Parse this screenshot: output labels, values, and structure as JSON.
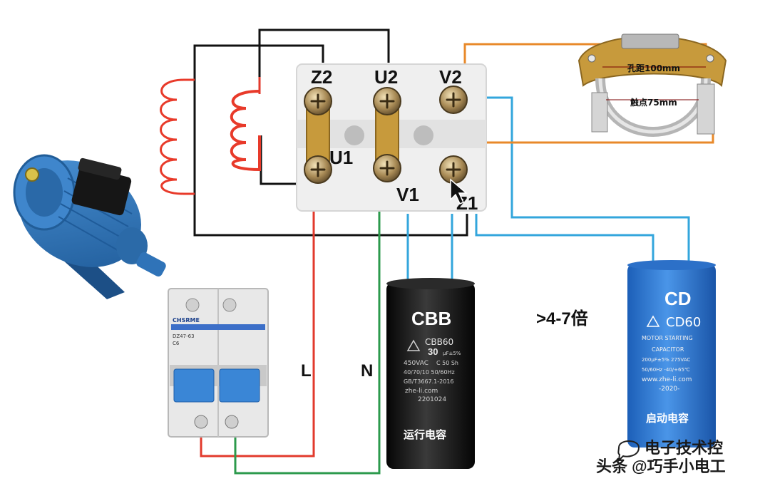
{
  "terminals": {
    "z2": "Z2",
    "u2": "U2",
    "v2": "V2",
    "u1": "U1",
    "v1": "V1",
    "z1": "Z1"
  },
  "lines": {
    "live": "L",
    "neutral": "N"
  },
  "breaker": {
    "brand": "CHSRME",
    "model": "DZ47-63",
    "rating": "C6"
  },
  "run_capacitor": {
    "title": "CBB",
    "model": "CBB60",
    "capacitance": "30",
    "unit": "μF±5%",
    "voltage": "450VAC",
    "spec_line": "C 50 Sh",
    "class_line": "40/70/10 50/60Hz",
    "standard": "GB/T3667.1-2016",
    "maker": "zhe-li.com",
    "date": "2201024",
    "caption": "运行电容"
  },
  "start_capacitor": {
    "title": "CD",
    "model": "CD60",
    "line1": "MOTOR STARTING",
    "line2": "CAPACITOR",
    "rating": "200μF±5%  275VAC",
    "freq": "50/60Hz   -40/+65℃",
    "maker": "www.zhe-li.com",
    "year": "-2020-",
    "caption": "启动电容"
  },
  "ratio_note": ">4-7倍",
  "switch_labels": {
    "hole_distance": "孔距100mm",
    "contact": "触点75mm"
  },
  "watermark": {
    "channel": "电子技术控",
    "credit": "头条 @巧手小电工"
  },
  "colors": {
    "wire_black": "#111111",
    "wire_red": "#e23a2c",
    "wire_green": "#2c9a4c",
    "wire_blue": "#33a6dc",
    "wire_orange": "#e8892a",
    "coil_red": "#e83a2a",
    "motor_blue": "#2f73b8",
    "capacitor_black": "#151515",
    "capacitor_blue": "#2a78d2",
    "brass": "#c79a3c"
  }
}
